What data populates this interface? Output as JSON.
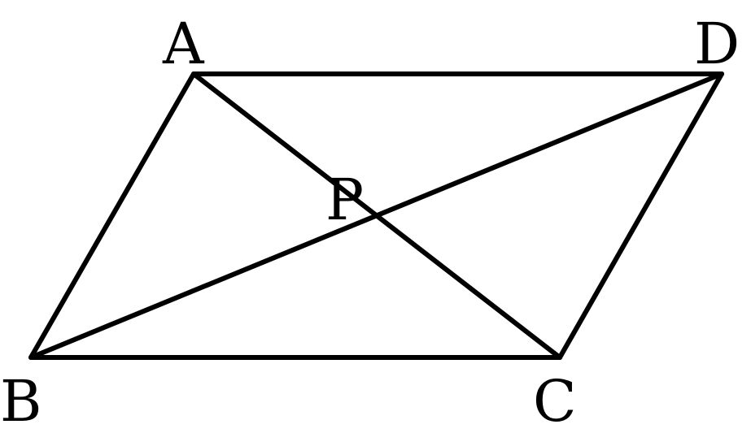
{
  "diagram": {
    "points": {
      "A": "A",
      "B": "B",
      "C": "C",
      "D": "D",
      "P": "P"
    },
    "segments": [
      [
        "A",
        "D"
      ],
      [
        "A",
        "B"
      ],
      [
        "B",
        "C"
      ],
      [
        "C",
        "D"
      ],
      [
        "A",
        "C"
      ],
      [
        "B",
        "D"
      ]
    ]
  },
  "colors": {
    "stroke": "#000000",
    "background": "#ffffff"
  }
}
